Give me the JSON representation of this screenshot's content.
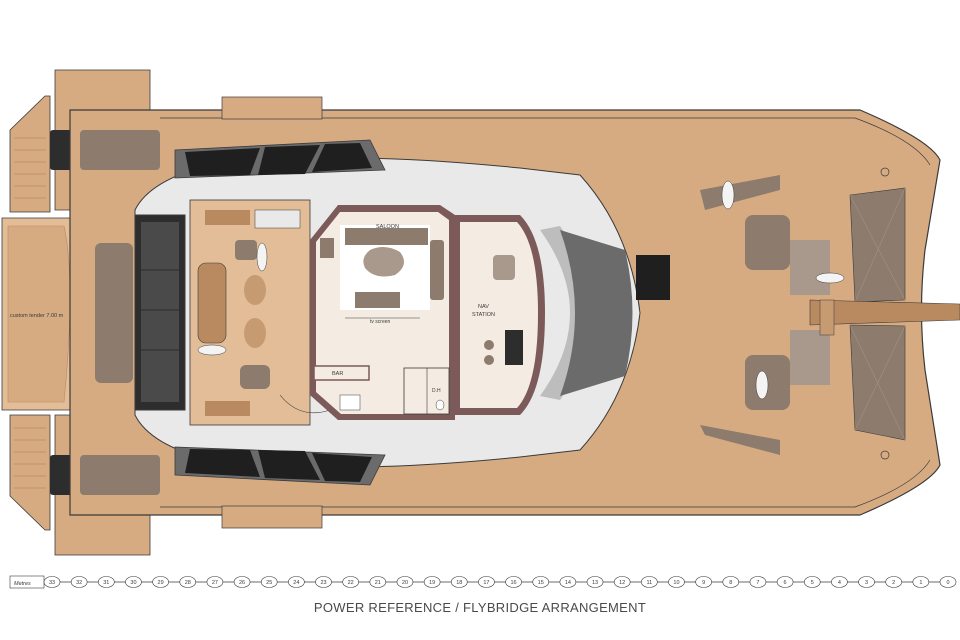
{
  "caption": "POWER REFERENCE / FLYBRIDGE ARRANGEMENT",
  "labels": {
    "tender": "custom tender 7.00 m",
    "saloon": "SALOON",
    "tv": "tv screen",
    "nav_line1": "NAV",
    "nav_line2": "STATION",
    "bar": "BAR",
    "dh": "D.H"
  },
  "scale": {
    "unit": "Metres",
    "ticks": [
      "33",
      "32",
      "31",
      "30",
      "29",
      "28",
      "27",
      "26",
      "25",
      "24",
      "23",
      "22",
      "21",
      "20",
      "19",
      "18",
      "17",
      "16",
      "15",
      "14",
      "13",
      "12",
      "11",
      "10",
      "9",
      "8",
      "7",
      "6",
      "5",
      "4",
      "3",
      "2",
      "1",
      "0"
    ]
  },
  "colors": {
    "deck": "#d7ab82",
    "deck_light": "#e2bd98",
    "deck_dark": "#b98a5f",
    "cushion": "#8d7b6d",
    "cushion_light": "#a9998c",
    "interior": "#f4ece2",
    "interior_wall": "#7d5a5a",
    "hardtop": "#e9e9ea",
    "hardtop_dark": "#6b6b6b",
    "line": "#3a3a3a"
  }
}
